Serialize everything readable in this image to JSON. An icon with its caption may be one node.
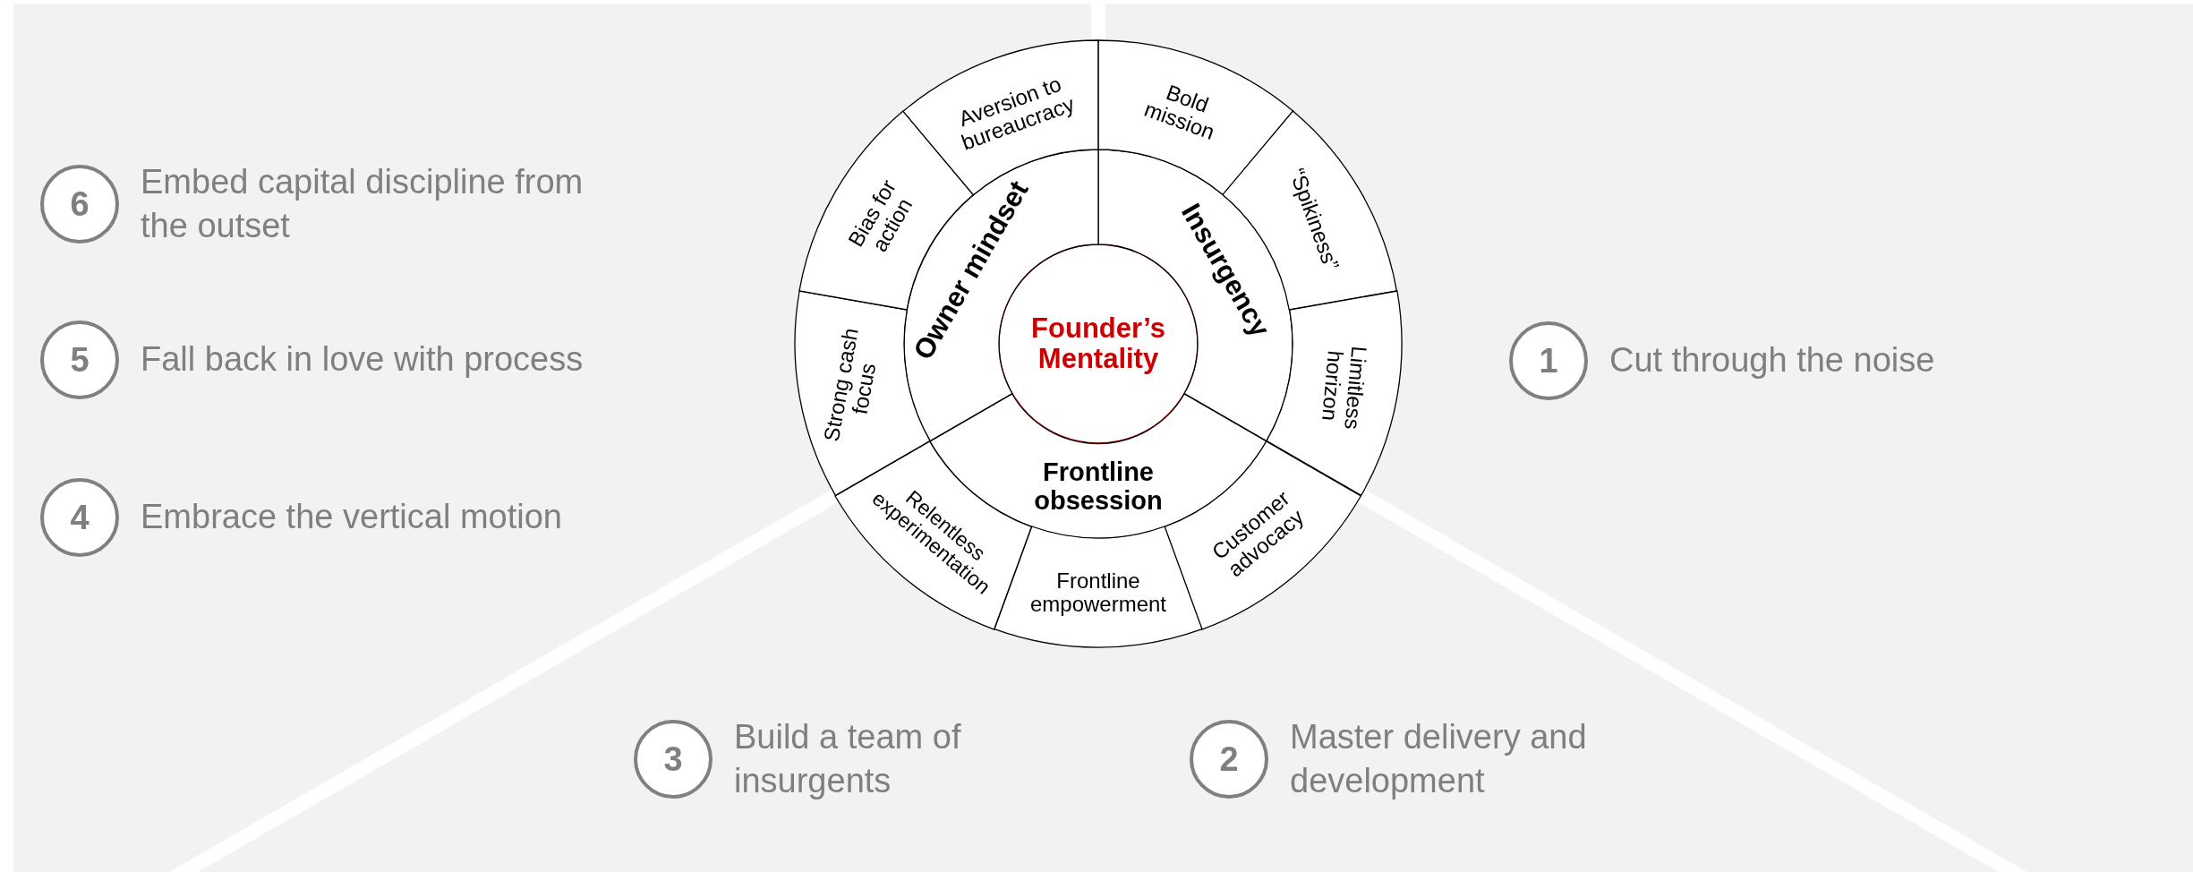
{
  "diagram": {
    "nodes": [
      {
        "text": [
          "Founder’s Mentality"
        ]
      },
      {
        "text": [
          "Insurgency"
        ]
      },
      {
        "text": [
          "Frontline obsession"
        ]
      },
      {
        "text": [
          "Owner mindset"
        ]
      },
      {
        "text": [
          "Bold mission"
        ]
      },
      {
        "text": [
          "“Spikiness”"
        ]
      },
      {
        "text": [
          "Limitless horizon"
        ]
      },
      {
        "text": [
          "Customer advocacy"
        ]
      },
      {
        "text": [
          "Frontline empowerment"
        ]
      },
      {
        "text": [
          "Relentless experimentation"
        ]
      },
      {
        "text": [
          "Strong cash focus"
        ]
      },
      {
        "text": [
          "Bias for action"
        ]
      },
      {
        "text": [
          "Aversion to bureaucracy"
        ]
      },
      {
        "text": [
          "6"
        ],
        "beside": [
          "Embed capital discipline from the outset"
        ]
      },
      {
        "text": [
          "5"
        ],
        "beside": [
          "Fall back in love with process"
        ]
      },
      {
        "text": [
          "4"
        ],
        "beside": [
          "Embrace the vertical motion"
        ]
      },
      {
        "text": [
          "1"
        ],
        "beside": [
          "Cut through the noise"
        ]
      },
      {
        "text": [
          "3"
        ],
        "beside": [
          "Build a team of insurgents"
        ]
      },
      {
        "text": [
          "2"
        ],
        "beside": [
          "Master delivery and development"
        ]
      }
    ]
  }
}
